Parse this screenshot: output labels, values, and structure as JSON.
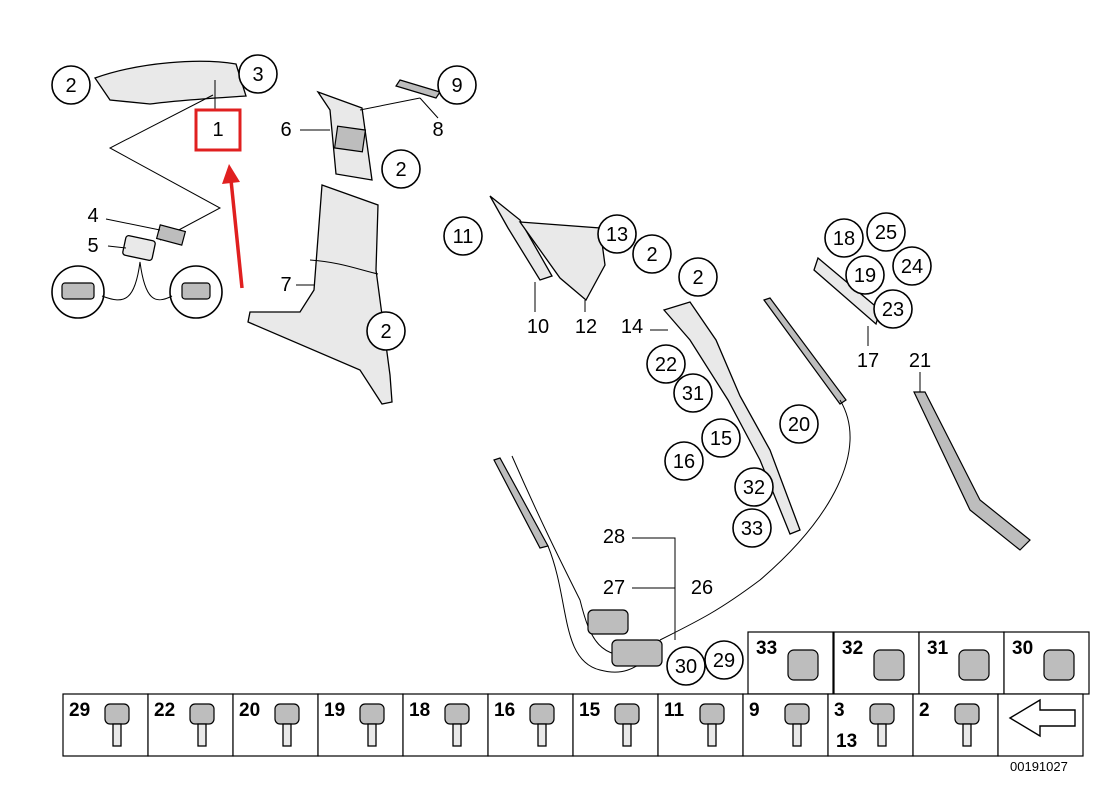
{
  "diagram": {
    "callouts": [
      {
        "id": "c1",
        "text": "2"
      },
      {
        "id": "c2",
        "text": "3"
      },
      {
        "id": "c3",
        "text": "9"
      },
      {
        "id": "c4",
        "text": "2"
      },
      {
        "id": "c5",
        "text": "2"
      },
      {
        "id": "c6",
        "text": "11"
      },
      {
        "id": "c7",
        "text": "13"
      },
      {
        "id": "c8",
        "text": "2"
      },
      {
        "id": "c9",
        "text": "2"
      },
      {
        "id": "c10",
        "text": "18"
      },
      {
        "id": "c11",
        "text": "25"
      },
      {
        "id": "c12",
        "text": "19"
      },
      {
        "id": "c13",
        "text": "24"
      },
      {
        "id": "c14",
        "text": "23"
      },
      {
        "id": "c15",
        "text": "22"
      },
      {
        "id": "c16",
        "text": "31"
      },
      {
        "id": "c17",
        "text": "20"
      },
      {
        "id": "c18",
        "text": "15"
      },
      {
        "id": "c19",
        "text": "16"
      },
      {
        "id": "c20",
        "text": "32"
      },
      {
        "id": "c21",
        "text": "33"
      },
      {
        "id": "c22",
        "text": "30"
      },
      {
        "id": "c23",
        "text": "29"
      }
    ],
    "labels": [
      {
        "id": "l1",
        "text": "1"
      },
      {
        "id": "l2",
        "text": "6"
      },
      {
        "id": "l3",
        "text": "8"
      },
      {
        "id": "l4",
        "text": "4"
      },
      {
        "id": "l5",
        "text": "5"
      },
      {
        "id": "l6",
        "text": "7"
      },
      {
        "id": "l7",
        "text": "10"
      },
      {
        "id": "l8",
        "text": "12"
      },
      {
        "id": "l9",
        "text": "14"
      },
      {
        "id": "l10",
        "text": "17"
      },
      {
        "id": "l11",
        "text": "21"
      },
      {
        "id": "l12",
        "text": "28"
      },
      {
        "id": "l13",
        "text": "27"
      },
      {
        "id": "l14",
        "text": "26"
      }
    ],
    "highlight": {
      "text": "1",
      "color": "#e02020"
    },
    "legend_top": [
      {
        "id": "t1",
        "text": "33"
      },
      {
        "id": "t2",
        "text": "32"
      },
      {
        "id": "t3",
        "text": "31"
      },
      {
        "id": "t4",
        "text": "30"
      }
    ],
    "legend_bottom": [
      {
        "id": "b1",
        "text": "29"
      },
      {
        "id": "b2",
        "text": "22"
      },
      {
        "id": "b3",
        "text": "20"
      },
      {
        "id": "b4",
        "text": "19"
      },
      {
        "id": "b5",
        "text": "18"
      },
      {
        "id": "b6",
        "text": "16"
      },
      {
        "id": "b7",
        "text": "15"
      },
      {
        "id": "b8",
        "text": "11"
      },
      {
        "id": "b9",
        "text": "9"
      },
      {
        "id": "b10",
        "text": "3"
      },
      {
        "id": "b10b",
        "text": "13"
      },
      {
        "id": "b11",
        "text": "2"
      }
    ],
    "diagram_code": "00191027"
  }
}
